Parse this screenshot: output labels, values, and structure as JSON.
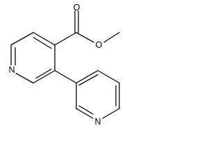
{
  "diagram": {
    "type": "chemical-structure",
    "atom_labels": {
      "carbonyl_oxygen": "O",
      "ester_oxygen": "O",
      "pyridine_a_nitrogen": "N",
      "pyridine_b_nitrogen": "N"
    },
    "colors": {
      "bond": "#000000",
      "label": "#000000",
      "background": "#ffffff"
    }
  }
}
